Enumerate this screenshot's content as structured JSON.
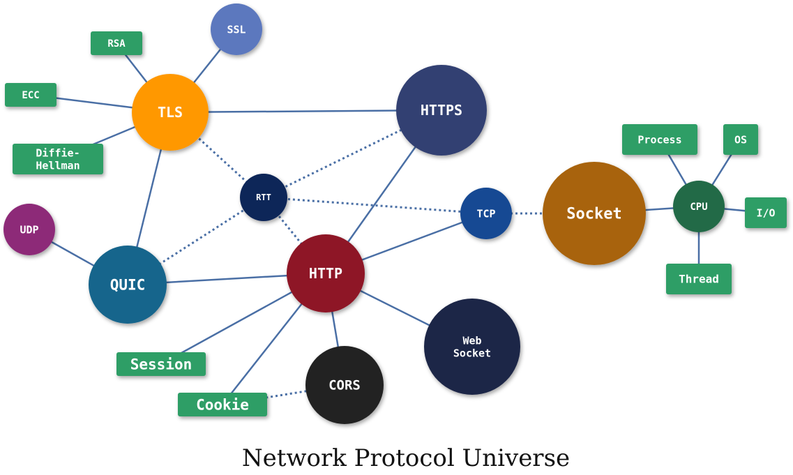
{
  "title": "Network Protocol Universe",
  "colors": {
    "edge": "#4a6fa5",
    "tag_fill": "#2e9e66",
    "tls": "#ff9800",
    "ssl": "#5b78be",
    "https": "#333f72",
    "rtt": "#0d2558",
    "tcp": "#164a93",
    "socket": "#a8640a",
    "cpu": "#226a47",
    "udp": "#8d2c78",
    "quic": "#17658c",
    "http": "#8e1426",
    "websocket": "#1d2547",
    "cors": "#242424"
  },
  "nodes": [
    {
      "id": "ssl",
      "label": "SSL",
      "shape": "circle",
      "color_key": "ssl"
    },
    {
      "id": "rsa",
      "label": "RSA",
      "shape": "tag"
    },
    {
      "id": "ecc",
      "label": "ECC",
      "shape": "tag"
    },
    {
      "id": "tls",
      "label": "TLS",
      "shape": "circle",
      "color_key": "tls"
    },
    {
      "id": "dh",
      "label": "Diffie-\nHellman",
      "shape": "tag"
    },
    {
      "id": "https",
      "label": "HTTPS",
      "shape": "circle",
      "color_key": "https"
    },
    {
      "id": "rtt",
      "label": "RTT",
      "shape": "circle",
      "color_key": "rtt"
    },
    {
      "id": "tcp",
      "label": "TCP",
      "shape": "circle",
      "color_key": "tcp"
    },
    {
      "id": "socket",
      "label": "Socket",
      "shape": "circle",
      "color_key": "socket"
    },
    {
      "id": "process",
      "label": "Process",
      "shape": "tag"
    },
    {
      "id": "os",
      "label": "OS",
      "shape": "tag"
    },
    {
      "id": "cpu",
      "label": "CPU",
      "shape": "circle",
      "color_key": "cpu"
    },
    {
      "id": "io",
      "label": "I/O",
      "shape": "tag"
    },
    {
      "id": "thread",
      "label": "Thread",
      "shape": "tag"
    },
    {
      "id": "udp",
      "label": "UDP",
      "shape": "circle",
      "color_key": "udp"
    },
    {
      "id": "quic",
      "label": "QUIC",
      "shape": "circle",
      "color_key": "quic"
    },
    {
      "id": "http",
      "label": "HTTP",
      "shape": "circle",
      "color_key": "http"
    },
    {
      "id": "websocket",
      "label": "Web\nSocket",
      "shape": "circle",
      "color_key": "websocket"
    },
    {
      "id": "session",
      "label": "Session",
      "shape": "tag"
    },
    {
      "id": "cookie",
      "label": "Cookie",
      "shape": "tag"
    },
    {
      "id": "cors",
      "label": "CORS",
      "shape": "circle",
      "color_key": "cors"
    }
  ],
  "edges": [
    {
      "from": "tls",
      "to": "ssl",
      "style": "solid"
    },
    {
      "from": "tls",
      "to": "rsa",
      "style": "solid"
    },
    {
      "from": "tls",
      "to": "ecc",
      "style": "solid"
    },
    {
      "from": "tls",
      "to": "dh",
      "style": "solid"
    },
    {
      "from": "tls",
      "to": "https",
      "style": "solid"
    },
    {
      "from": "tls",
      "to": "quic",
      "style": "solid"
    },
    {
      "from": "tls",
      "to": "rtt",
      "style": "dotted"
    },
    {
      "from": "rtt",
      "to": "https",
      "style": "dotted"
    },
    {
      "from": "rtt",
      "to": "tcp",
      "style": "dotted"
    },
    {
      "from": "rtt",
      "to": "quic",
      "style": "dotted"
    },
    {
      "from": "rtt",
      "to": "http",
      "style": "dotted"
    },
    {
      "from": "https",
      "to": "http",
      "style": "solid"
    },
    {
      "from": "tcp",
      "to": "http",
      "style": "solid"
    },
    {
      "from": "tcp",
      "to": "socket",
      "style": "dotted"
    },
    {
      "from": "socket",
      "to": "cpu",
      "style": "solid"
    },
    {
      "from": "cpu",
      "to": "process",
      "style": "solid"
    },
    {
      "from": "cpu",
      "to": "os",
      "style": "solid"
    },
    {
      "from": "cpu",
      "to": "io",
      "style": "solid"
    },
    {
      "from": "cpu",
      "to": "thread",
      "style": "solid"
    },
    {
      "from": "udp",
      "to": "quic",
      "style": "solid"
    },
    {
      "from": "quic",
      "to": "http",
      "style": "solid"
    },
    {
      "from": "http",
      "to": "websocket",
      "style": "solid"
    },
    {
      "from": "http",
      "to": "session",
      "style": "solid"
    },
    {
      "from": "http",
      "to": "cookie",
      "style": "solid"
    },
    {
      "from": "http",
      "to": "cors",
      "style": "solid"
    },
    {
      "from": "cookie",
      "to": "cors",
      "style": "dotted"
    }
  ]
}
